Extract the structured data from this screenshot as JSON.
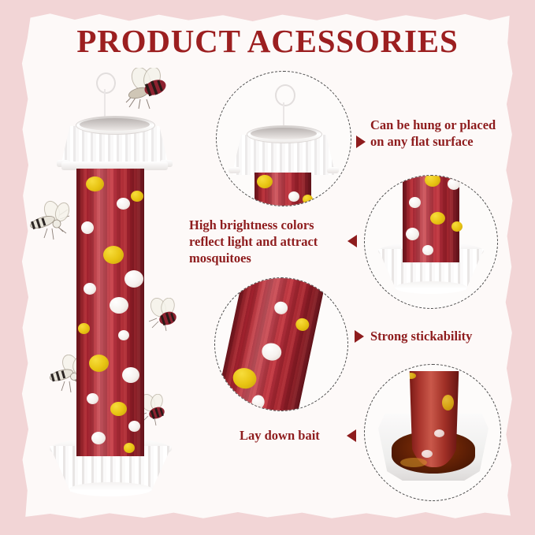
{
  "page": {
    "title": "PRODUCT ACESSORIES",
    "border_color": "#f2d5d6",
    "sheet_color": "#fdf9f8",
    "title_color": "#9c1f20",
    "text_color": "#8e1c1d"
  },
  "product": {
    "name": "hanging fly and mosquito trap",
    "tube_stripe_dark": "#9e1f2a",
    "tube_stripe_light": "#c4363f",
    "dot_yellow": "#e8c413",
    "dot_white": "#ffffff",
    "cap_color": "#ffffff",
    "bowl_color": "#ffffff",
    "bait_color": "#5e1f05"
  },
  "callouts": [
    {
      "id": "hang-or-place",
      "lines": [
        "Can be hung or placed",
        "on any flat surface"
      ],
      "marker": "triangle-right"
    },
    {
      "id": "bright-colors",
      "lines": [
        "High brightness colors",
        "reflect light and attract",
        "mosquitoes"
      ],
      "marker": "triangle-left"
    },
    {
      "id": "strong-stickability",
      "lines": [
        "Strong stickability"
      ],
      "marker": "triangle-right"
    },
    {
      "id": "lay-down-bait",
      "lines": [
        "Lay down bait"
      ],
      "marker": "triangle-left"
    }
  ],
  "insets": [
    {
      "id": "cap-with-hook",
      "shows": "white flared cap with hanging hook"
    },
    {
      "id": "tube-in-bowl",
      "shows": "striped tube seated in white fluted bowl"
    },
    {
      "id": "tube-surface",
      "shows": "close-up of striped tube with polka dots"
    },
    {
      "id": "bait-in-tray",
      "shows": "tray filled with amber bait liquid"
    }
  ],
  "insects": [
    {
      "id": "bee-top",
      "type": "bee"
    },
    {
      "id": "mosquito-left-upper",
      "type": "mosquito"
    },
    {
      "id": "bee-middle-right",
      "type": "bee"
    },
    {
      "id": "mosquito-left-lower",
      "type": "mosquito"
    },
    {
      "id": "bee-lower-right",
      "type": "bee"
    }
  ]
}
